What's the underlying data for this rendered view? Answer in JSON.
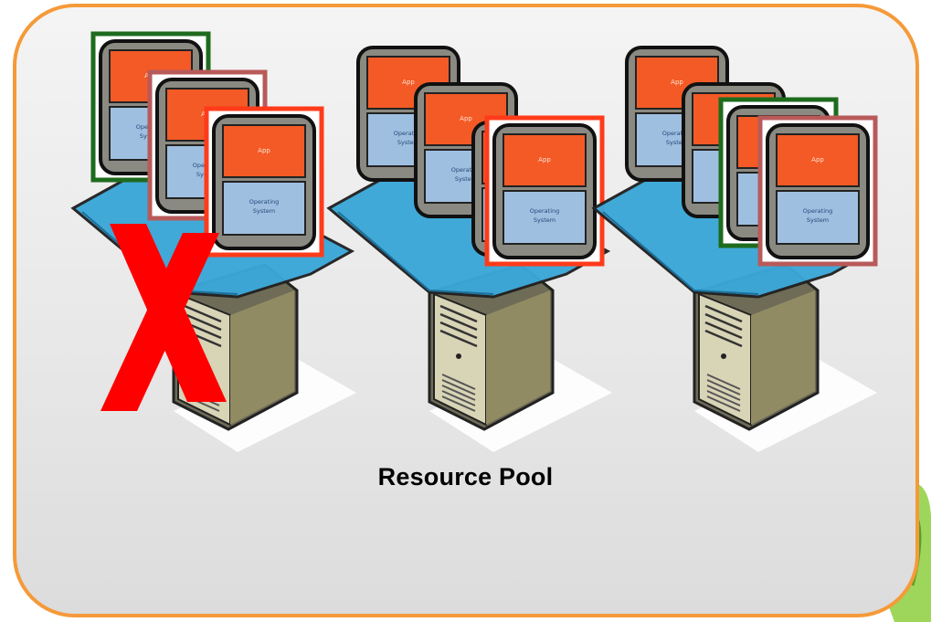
{
  "label": "Resource Pool",
  "vm_labels": {
    "app": "App",
    "os_line1": "Operating",
    "os_line2": "System"
  },
  "failed_host_marker": "X",
  "colors": {
    "panel_border": "#f59a3a",
    "failed_marker": "#ff0000",
    "vm_frame_green": "#1e6b1e",
    "vm_frame_rose": "#b85a5a",
    "vm_frame_orange": "#ff3b1a",
    "vm_app_block": "#f35a26",
    "vm_os_block": "#9fbfe0",
    "platform": "#3ba7d8"
  },
  "hosts": [
    {
      "status": "failed",
      "vms": [
        {
          "frame": "green"
        },
        {
          "frame": "rose"
        },
        {
          "frame": "orange"
        }
      ]
    },
    {
      "status": "running",
      "vms": [
        {
          "frame": "none"
        },
        {
          "frame": "none"
        },
        {
          "frame": "none"
        },
        {
          "frame": "orange"
        }
      ]
    },
    {
      "status": "running",
      "vms": [
        {
          "frame": "none"
        },
        {
          "frame": "none"
        },
        {
          "frame": "green"
        },
        {
          "frame": "rose"
        }
      ]
    }
  ]
}
